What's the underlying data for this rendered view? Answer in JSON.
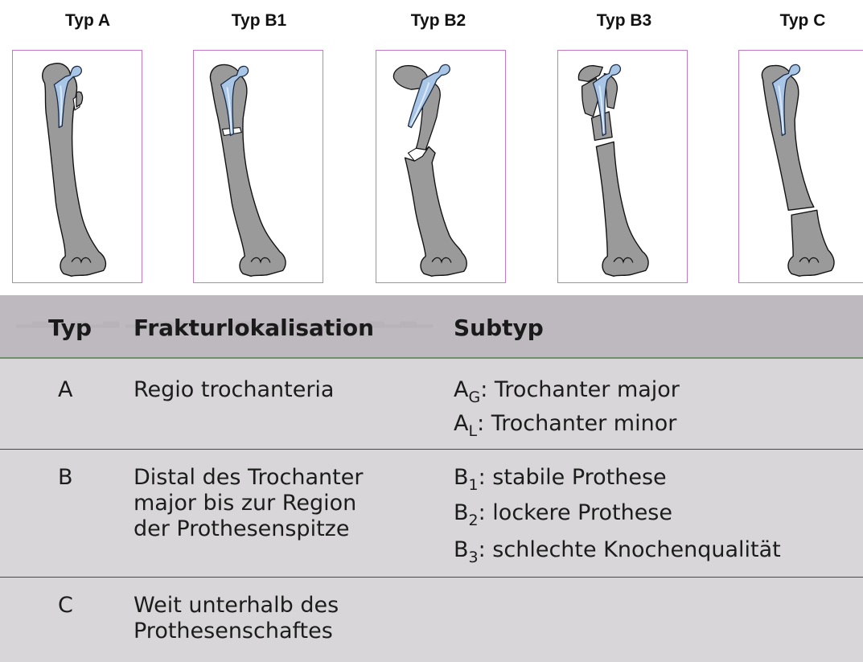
{
  "figure": {
    "panels": [
      {
        "title": "Typ A"
      },
      {
        "title": "Typ B1"
      },
      {
        "title": "Typ B2"
      },
      {
        "title": "Typ B3"
      },
      {
        "title": "Typ C"
      }
    ]
  },
  "table": {
    "headers": {
      "typ": "Typ",
      "lokalisation": "Frakturlokalisation",
      "subtyp": "Subtyp"
    },
    "rows": [
      {
        "typ": "A",
        "lokalisation": [
          "Regio trochanteria"
        ],
        "subtypes": [
          {
            "letter": "A",
            "sub": "G",
            "text": ": Trochanter major"
          },
          {
            "letter": "A",
            "sub": "L",
            "text": ": Trochanter minor"
          }
        ]
      },
      {
        "typ": "B",
        "lokalisation": [
          "Distal des Trochanter",
          "major bis zur Region",
          "der Prothesenspitze"
        ],
        "subtypes": [
          {
            "letter": "B",
            "sub": "1",
            "text": ": stabile Prothese"
          },
          {
            "letter": "B",
            "sub": "2",
            "text": ": lockere Prothese"
          },
          {
            "letter": "B",
            "sub": "3",
            "text": ": schlechte Knochenqualität"
          }
        ]
      },
      {
        "typ": "C",
        "lokalisation": [
          "Weit unterhalb des",
          "Prothesenschaftes"
        ],
        "subtypes": []
      }
    ]
  },
  "colors": {
    "frame": "#c07ac8",
    "bone": "#9a9a9a",
    "stem": "#a9c6e6",
    "header_band": "#bdb9bf",
    "table_background": "#d8d6d9"
  }
}
